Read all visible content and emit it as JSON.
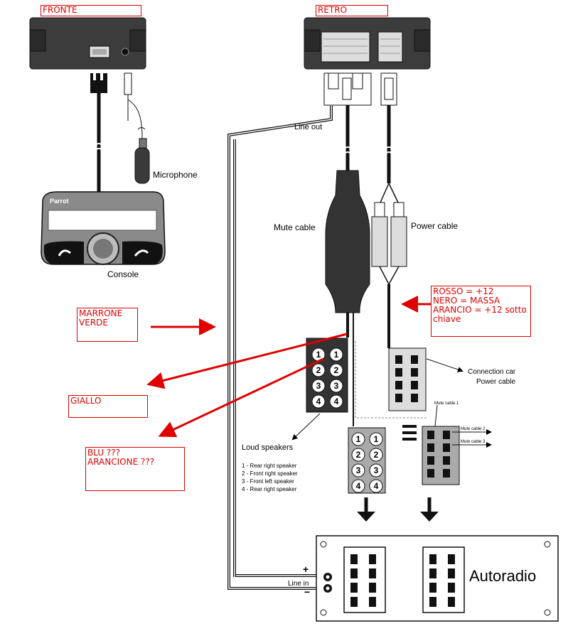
{
  "annotations": {
    "fronte": "FRONTE",
    "retro": "RETRO",
    "marrone_verde": [
      "MARRONE",
      "VERDE"
    ],
    "giallo": "GIALLO",
    "blu_arancione": [
      "BLU ???",
      "ARANCIONE ???"
    ],
    "power_colors": [
      "ROSSO = +12",
      "NERO = MASSA",
      "ARANCIO = +12 sotto",
      "chiave"
    ]
  },
  "labels": {
    "brand": "Parrot",
    "microphone": "Microphone",
    "console": "Console",
    "line_out": "Line out",
    "mute_cable": "Mute cable",
    "power_cable": "Power cable",
    "connection_car": [
      "Connection car",
      "Power cable"
    ],
    "loud_speakers": "Loud speakers",
    "speaker_list": [
      "1 - Rear right speaker",
      "2 - Front right speaker",
      "3 - Front left speaker",
      "4 - Rear right speaker"
    ],
    "mute_cable_1": "Mute cable 1",
    "mute_cable_2": "Mute cable 2",
    "mute_cable_3": "Mute cable 3",
    "line_in": "Line in",
    "autoradio": "Autoradio",
    "plus": "+",
    "minus": "−"
  },
  "pin_numbers": [
    "1",
    "2",
    "3",
    "4"
  ],
  "colors": {
    "annotation": "#e00000",
    "device": "#3a3a3a",
    "wire": "#111111"
  }
}
